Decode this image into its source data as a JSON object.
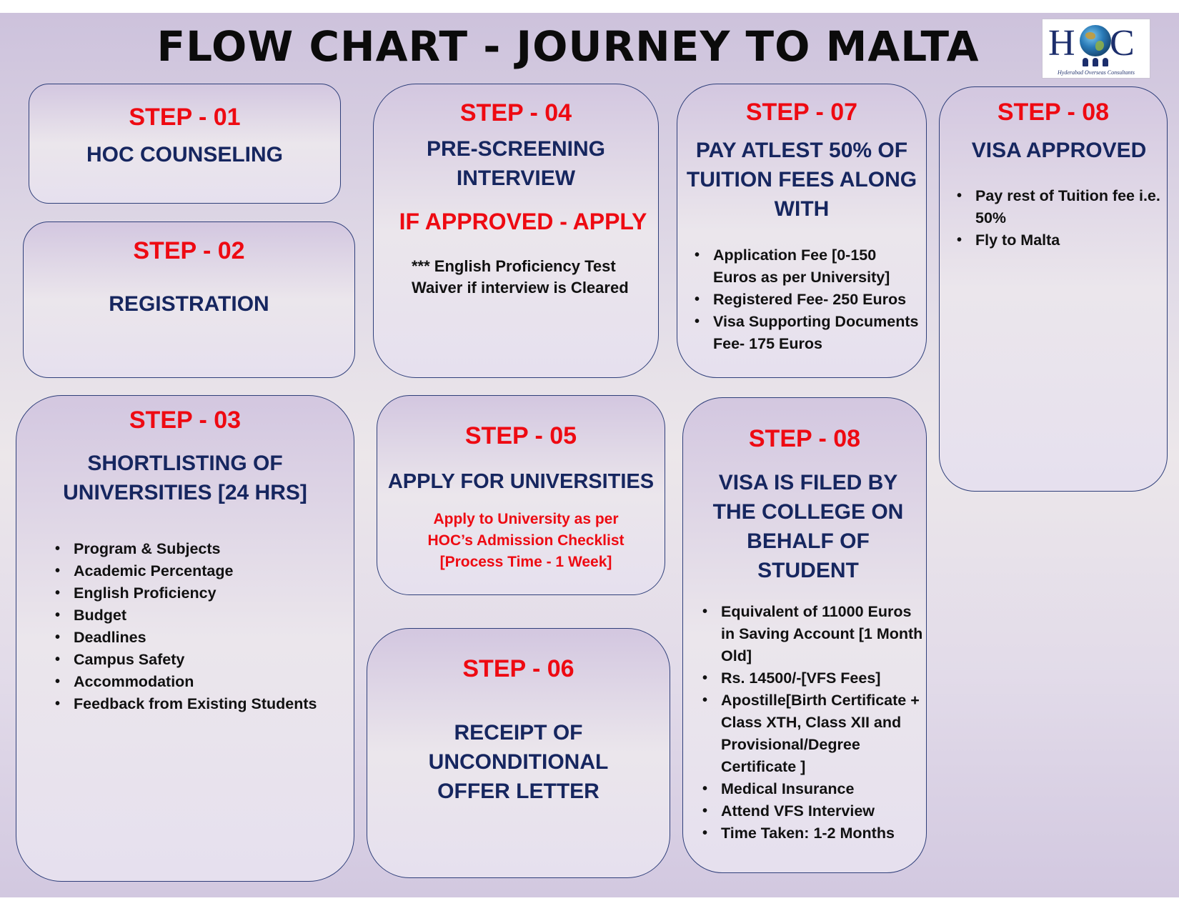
{
  "title": "FLOW CHART - JOURNEY TO MALTA",
  "logo": {
    "letters_left": "H",
    "letters_right": "C",
    "tagline": "Hyderabad Overseas Consultants"
  },
  "steps": {
    "s01": {
      "label": "STEP - 01",
      "heading": "HOC COUNSELING"
    },
    "s02": {
      "label": "STEP - 02",
      "heading": "REGISTRATION"
    },
    "s03": {
      "label": "STEP - 03",
      "heading": "SHORTLISTING OF\nUNIVERSITIES [24 HRS]",
      "bullets": [
        "Program & Subjects",
        "Academic Percentage",
        "English Proficiency",
        "Budget",
        "Deadlines",
        "Campus Safety",
        "Accommodation",
        "Feedback from Existing Students"
      ]
    },
    "s04": {
      "label": "STEP - 04",
      "heading": "PRE-SCREENING\nINTERVIEW",
      "subheading": "IF APPROVED - APPLY",
      "note": "*** English Proficiency Test\nWaiver if interview is Cleared"
    },
    "s05": {
      "label": "STEP - 05",
      "heading": "APPLY FOR UNIVERSITIES",
      "note": "Apply to University as per\nHOC’s Admission Checklist\n[Process Time - 1 Week]"
    },
    "s06": {
      "label": "STEP - 06",
      "heading": "RECEIPT OF\nUNCONDITIONAL\nOFFER LETTER"
    },
    "s07": {
      "label": "STEP - 07",
      "heading": "PAY ATLEST 50% OF\nTUITION FEES ALONG\nWITH",
      "bullets": [
        "Application Fee [0-150 Euros as per University]",
        "Registered Fee- 250 Euros",
        "Visa Supporting Documents Fee- 175 Euros"
      ]
    },
    "s08a": {
      "label": "STEP - 08",
      "heading": "VISA IS FILED BY\nTHE COLLEGE ON\nBEHALF OF\nSTUDENT",
      "bullets": [
        "Equivalent of 11000 Euros in Saving Account [1 Month Old]",
        "Rs. 14500/-[VFS Fees]",
        "Apostille[Birth Certificate + Class XTH, Class XII and Provisional/Degree Certificate ]",
        "Medical Insurance",
        "Attend VFS Interview",
        "Time Taken: 1-2 Months"
      ]
    },
    "s08b": {
      "label": "STEP - 08",
      "heading": "VISA APPROVED",
      "bullets": [
        "Pay rest of Tuition fee i.e. 50%",
        "Fly to Malta"
      ]
    }
  }
}
